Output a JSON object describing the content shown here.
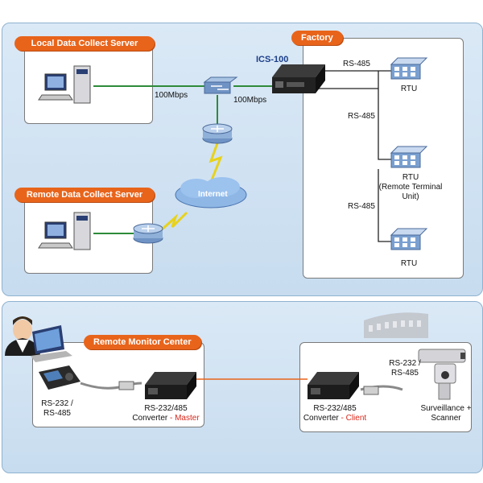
{
  "top": {
    "local_server_title": "Local Data Collect Server",
    "remote_server_title": "Remote Data Collect Server",
    "factory_title": "Factory",
    "device_name": "ICS-100",
    "speed_left": "100Mbps",
    "speed_right": "100Mbps",
    "internet": "Internet",
    "rs485_top": "RS-485",
    "rs485_mid": "RS-485",
    "rs485_bottom": "RS-485",
    "rtu_1": "RTU",
    "rtu_2_line1": "RTU",
    "rtu_2_line2": "(Remote Terminal",
    "rtu_2_line3": "Unit)",
    "rtu_3": "RTU"
  },
  "bottom": {
    "monitor_center_title": "Remote Monitor Center",
    "left_rs_line1": "RS-232 /",
    "left_rs_line2": "RS-485",
    "master_line1": "RS-232/485",
    "master_line2_prefix": "Converter",
    "master_line2_suffix": " - Master",
    "client_line1": "RS-232/485",
    "client_line2_prefix": "Converter",
    "client_line2_suffix": " - Client",
    "right_rs_line1": "RS-232 /",
    "right_rs_line2": "RS-485",
    "camera_line1": "Surveillance +",
    "camera_line2": "Scanner"
  },
  "colors": {
    "accent": "#e8641b",
    "ethernet": "#2e8b3a",
    "serial": "#222222",
    "highlight": "#d8281c"
  }
}
